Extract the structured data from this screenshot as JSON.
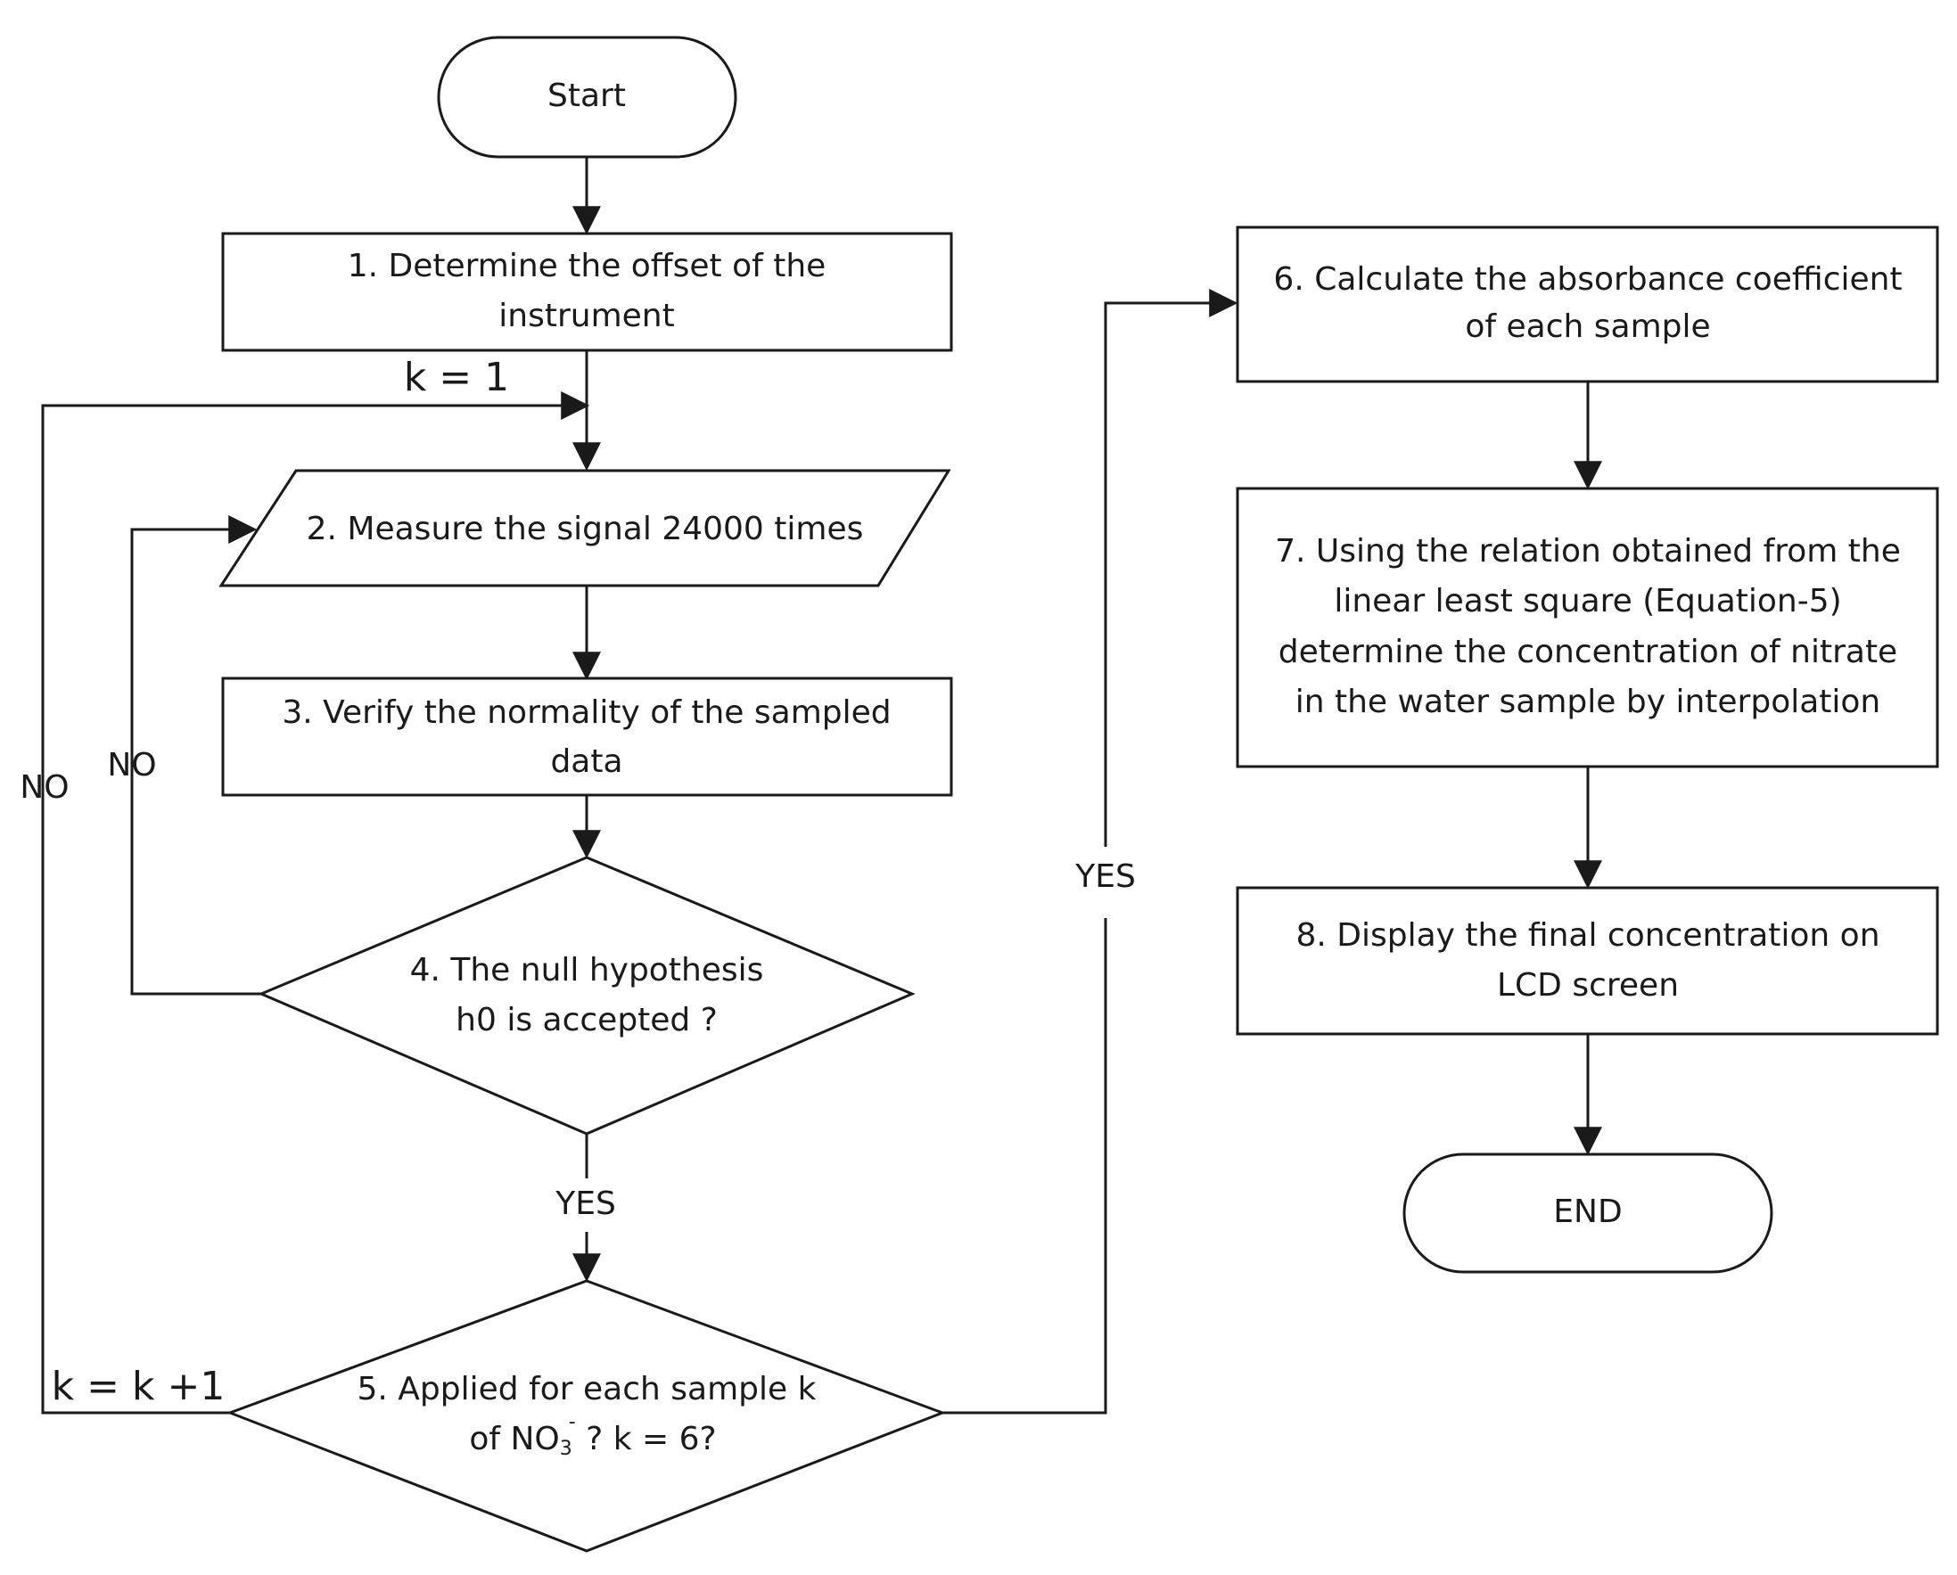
{
  "nodes": {
    "start": "Start",
    "step1": {
      "line1": "1. Determine the offset of the",
      "line2": "instrument"
    },
    "step2": "2. Measure the signal 24000 times",
    "step3": {
      "line1": "3. Verify the normality of the sampled",
      "line2": "data"
    },
    "step4": {
      "line1": "4. The null hypothesis",
      "line2": "h0 is accepted ?"
    },
    "step5": {
      "line1": "5. Applied for each sample k",
      "line2_pre": "of NO",
      "line2_sub": "3",
      "line2_sup": "-",
      "line2_post": " ?  k = 6?"
    },
    "step6": {
      "line1": "6. Calculate the absorbance coefficient",
      "line2": "of each sample"
    },
    "step7": {
      "line1": "7. Using the relation obtained from the",
      "line2": "linear least square (Equation-5)",
      "line3": "determine the concentration of nitrate",
      "line4": "in the water sample by interpolation"
    },
    "step8": {
      "line1": "8. Display the final concentration on",
      "line2": "LCD screen"
    },
    "end": "END"
  },
  "edge_labels": {
    "k_init": "k = 1",
    "k_increment": "k = k +1",
    "no_outer": "NO",
    "no_inner": "NO",
    "yes_step4": "YES",
    "yes_step5": "YES"
  },
  "colors": {
    "stroke": "#1a1a1a",
    "fill": "#ffffff",
    "text": "#1a1a1a"
  }
}
